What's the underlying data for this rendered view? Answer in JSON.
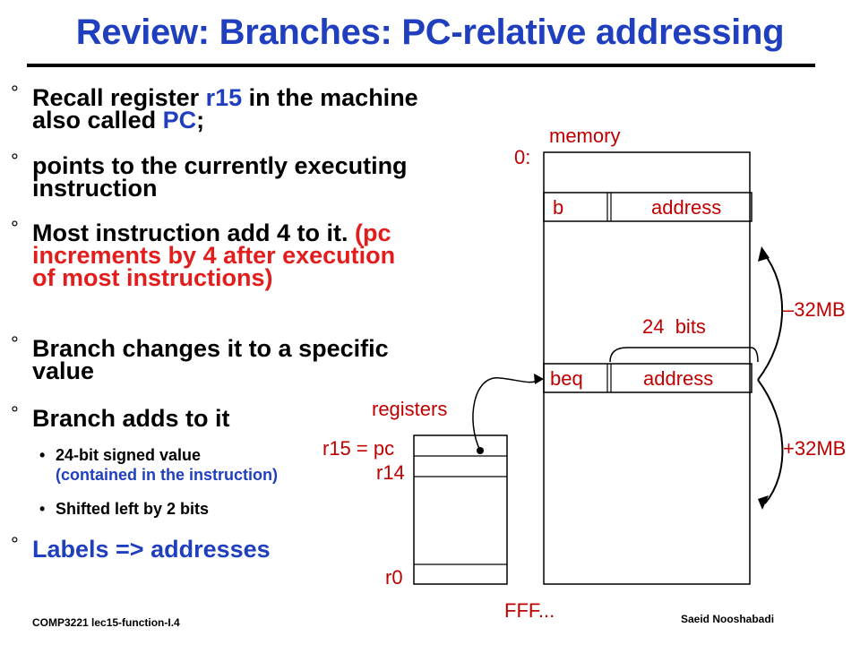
{
  "title": "Review: Branches: PC-relative addressing",
  "bullets": [
    {
      "mark": "°",
      "parts": [
        "Recall register ",
        "r15",
        " in the machine also called ",
        "PC",
        ";"
      ]
    },
    {
      "mark": "°",
      "text": "points to the currently executing instruction"
    },
    {
      "mark": "°",
      "main": "Most instruction add 4 to it. ",
      "red": "(pc increments by 4 after execution of most instructions)"
    },
    {
      "mark": "°",
      "text": "Branch changes it to a specific value"
    },
    {
      "mark": "°",
      "text": "Branch adds to it"
    },
    {
      "mark": "°",
      "text": "Labels => addresses"
    }
  ],
  "sub_bullets": [
    {
      "main": "24-bit signed value",
      "note": "(contained in the instruction)"
    },
    {
      "main": "Shifted left by 2 bits"
    }
  ],
  "diagram": {
    "memory_label": "memory",
    "zero_label": "0:",
    "end_label": "FFF...",
    "b_instr": {
      "op": "b",
      "field": "address"
    },
    "beq_instr": {
      "op": "beq",
      "field": "address"
    },
    "bits_label": "24  bits",
    "minus_range": "–32MB",
    "plus_range": "+32MB",
    "registers_label": "registers",
    "r15_label": "r15 = pc",
    "r14_label": "r14",
    "r0_label": "r0"
  },
  "footer": {
    "left": "COMP3221  lec15-function-I.4",
    "right": "Saeid Nooshabadi"
  },
  "colors": {
    "title": "#1f3fbf",
    "highlight": "#e31c1c",
    "label": "#c00000"
  }
}
